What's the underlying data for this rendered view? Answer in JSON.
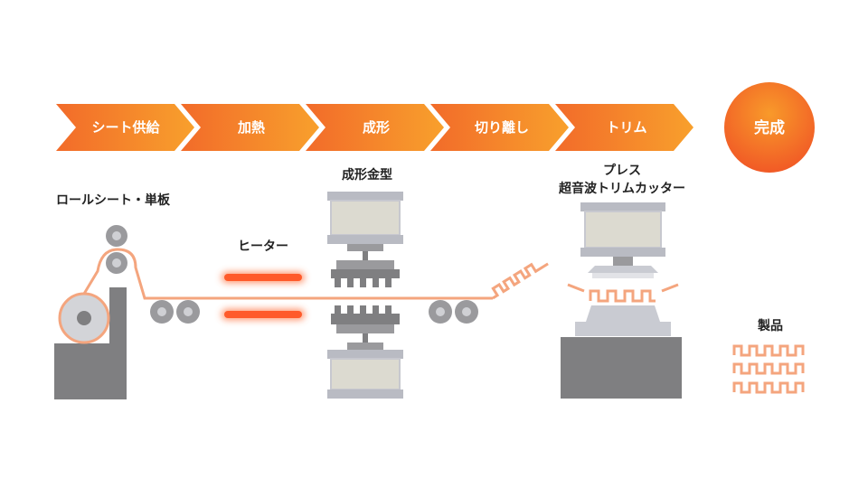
{
  "process_steps": [
    {
      "label": "シート供給"
    },
    {
      "label": "加熱"
    },
    {
      "label": "成形"
    },
    {
      "label": "切り離し"
    },
    {
      "label": "トリム"
    }
  ],
  "final_step": {
    "label": "完成"
  },
  "equipment_labels": {
    "roll_sheet": "ロールシート・単板",
    "heater": "ヒーター",
    "forming_mold": "成形金型",
    "press_line1": "プレス",
    "press_line2": "超音波トリムカッター",
    "product": "製品"
  },
  "colors": {
    "accent_orange": "#f26b2a",
    "accent_orange_light": "#f89a2a",
    "sheet": "#f4a57e",
    "heater_glow": "#ff6a3d",
    "machine_dark": "#7f7f81",
    "machine_light": "#c9cbd2",
    "mold_plate": "#dcdad0"
  },
  "icons": [
    "roller-icon",
    "heater-icon",
    "mold-icon",
    "press-icon",
    "product-icon"
  ]
}
